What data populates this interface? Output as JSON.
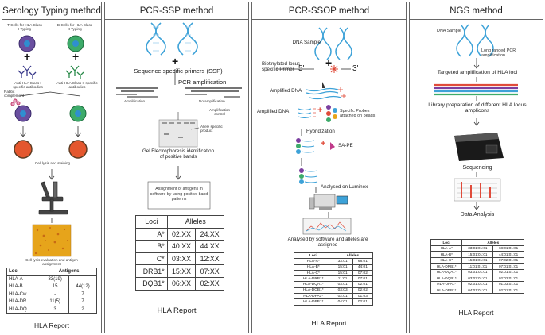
{
  "panels": {
    "serology": {
      "title": "Serology Typing method",
      "tcells_label": "T-Cells for HLA Class I Typing",
      "bcells_label": "B-Cells for HLA Class II Typing",
      "anti_class1": "Anti-HLA Class I specific antibodies",
      "anti_class2": "Anti-HLA Class II specific antibodies",
      "rabbit_complement": "Rabbit complement",
      "cell_lysis": "Cell lysis and staining",
      "cell_lysis_eval": "Cell lysis evaluation and antigen assignment",
      "report_label": "HLA Report",
      "table": {
        "headers": [
          "Loci",
          "Antigens"
        ],
        "rows": [
          [
            "HLA-A",
            "33(19)",
            "-"
          ],
          [
            "HLA-B",
            "15",
            "44(12)"
          ],
          [
            "HLA-Cw",
            "-",
            "7"
          ],
          [
            "HLA-DR",
            "11(5)",
            "7"
          ],
          [
            "HLA-DQ",
            "3",
            "2"
          ]
        ]
      }
    },
    "pcr_ssp": {
      "title": "PCR-SSP method",
      "ssp_label": "Sequence specific primers (SSP)",
      "pcr_amp": "PCR amplification",
      "amplification": "Amplification",
      "no_amplification": "No amplification",
      "amp_control": "Amplification control",
      "allele_product": "Allele specific product",
      "gel_label": "Gel Electrophoresis identification of positive bands",
      "assignment": "Assignment of antigens in software by using positive band patterns",
      "report_label": "HLA Report",
      "table": {
        "headers": [
          "Loci",
          "Alleles"
        ],
        "rows": [
          [
            "A*",
            "02:XX",
            "24:XX"
          ],
          [
            "B*",
            "40:XX",
            "44:XX"
          ],
          [
            "C*",
            "03:XX",
            "12:XX"
          ],
          [
            "DRB1*",
            "15:XX",
            "07:XX"
          ],
          [
            "DQB1*",
            "06:XX",
            "02:XX"
          ]
        ]
      }
    },
    "pcr_ssop": {
      "title": "PCR-SSOP method",
      "dna_sample": "DNA Sample",
      "biotinylated": "Biotinylated locus specific Primer",
      "five_prime": "5'",
      "three_prime": "3'",
      "amplified_dna_1": "Amplified DNA",
      "amplified_dna_2": "Amplified DNA",
      "specific_probes": "Specific Probes attached on beads",
      "hybridization": "Hybridization",
      "sa_pe": "SA-PE",
      "luminex": "Analysed on Luminex",
      "analysed_software": "Analysed by software and alleles are assigned",
      "report_label": "HLA Report",
      "table": {
        "headers": [
          "Loci",
          "Alleles"
        ],
        "rows": [
          [
            "HLA-A*",
            "33:01",
            "68:01"
          ],
          [
            "HLA-B*",
            "15:01",
            "44:01"
          ],
          [
            "HLA-C*",
            "15:01",
            "07:02"
          ],
          [
            "HLA-DRB1*",
            "11:01",
            "07:01"
          ],
          [
            "HLA-DQA1*",
            "03:01",
            "02:01"
          ],
          [
            "HLA-DQB1*",
            "03:03",
            "02:02"
          ],
          [
            "HLA-DPA1*",
            "02:01",
            "01:03"
          ],
          [
            "HLA-DPB1*",
            "04:01",
            "02:01"
          ]
        ]
      }
    },
    "ngs": {
      "title": "NGS method",
      "dna_sample": "DNA Sample",
      "long_range": "Long ranged PCR amplification",
      "targeted": "Targeted amplification of HLA loci",
      "library_prep": "Library preparation of different HLA locus amplicons",
      "sequencing": "Sequencing",
      "data_analysis": "Data Analysis",
      "report_label": "HLA Report",
      "table": {
        "headers": [
          "Loci",
          "Alleles"
        ],
        "rows": [
          [
            "HLA-A*",
            "33:01:01:01",
            "68:01:01:01"
          ],
          [
            "HLA-B*",
            "15:01:01:01",
            "44:01:01:01"
          ],
          [
            "HLA-C*",
            "15:01:01:01",
            "07:02:01:01"
          ],
          [
            "HLA-DRB1*",
            "11:01:01:01",
            "07:01:01:01"
          ],
          [
            "HLA-DQA1*",
            "03:01:01:01",
            "02:01:01:01"
          ],
          [
            "HLA-DQB1*",
            "03:03:01:01",
            "02:02:01:01"
          ],
          [
            "HLA-DPA1*",
            "02:01:01:01",
            "01:03:01:01"
          ],
          [
            "HLA-DPB1*",
            "04:01:01:01",
            "02:01:01:01"
          ]
        ]
      }
    }
  },
  "colors": {
    "dna_blue": "#3da2d8",
    "cell_purple": "#6a4fa0",
    "cell_green": "#3dab6a",
    "lysis_orange": "#e4572e",
    "probe_red": "#e04b3a",
    "bead_purple": "#7b3fa0",
    "tile_yellow": "#e6a41b"
  }
}
